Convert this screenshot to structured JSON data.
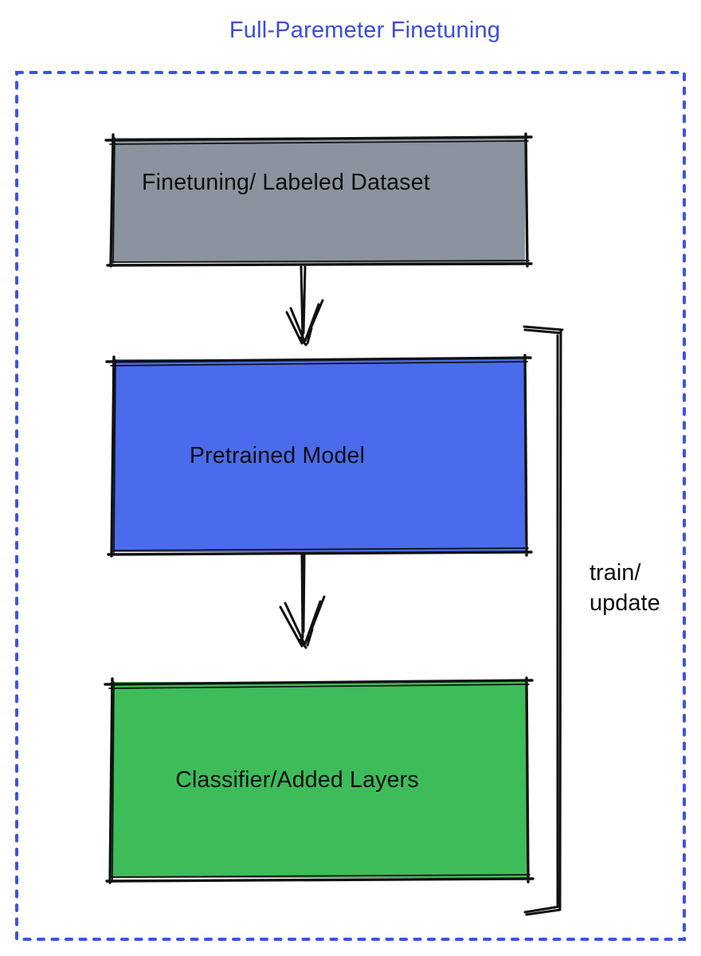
{
  "title": "Full-Paremeter Finetuning",
  "diagram": {
    "nodes": [
      {
        "id": "finetuning-dataset",
        "label": "Finetuning/ Labeled Dataset",
        "fill": "#8B939E"
      },
      {
        "id": "pretrained-model",
        "label": "Pretrained Model",
        "fill": "#4A6CEC"
      },
      {
        "id": "classifier-added-layers",
        "label": "Classifier/Added Layers",
        "fill": "#3EBC5A"
      }
    ],
    "edges": [
      {
        "from": "finetuning-dataset",
        "to": "pretrained-model",
        "style": "sketched-arrow-down"
      },
      {
        "from": "pretrained-model",
        "to": "classifier-added-layers",
        "style": "sketched-arrow-down"
      },
      {
        "spans": [
          "pretrained-model",
          "classifier-added-layers"
        ],
        "style": "right-side-bracket",
        "label": "train/ update"
      }
    ],
    "bracket_label": {
      "line1": "train/",
      "line2": "update"
    }
  },
  "colors": {
    "title_text": "#3B4ED6",
    "dashed_frame": "#3C54DF",
    "ink": "#111111",
    "node_text": "#0E0E0E",
    "background": "#FFFFFF"
  }
}
